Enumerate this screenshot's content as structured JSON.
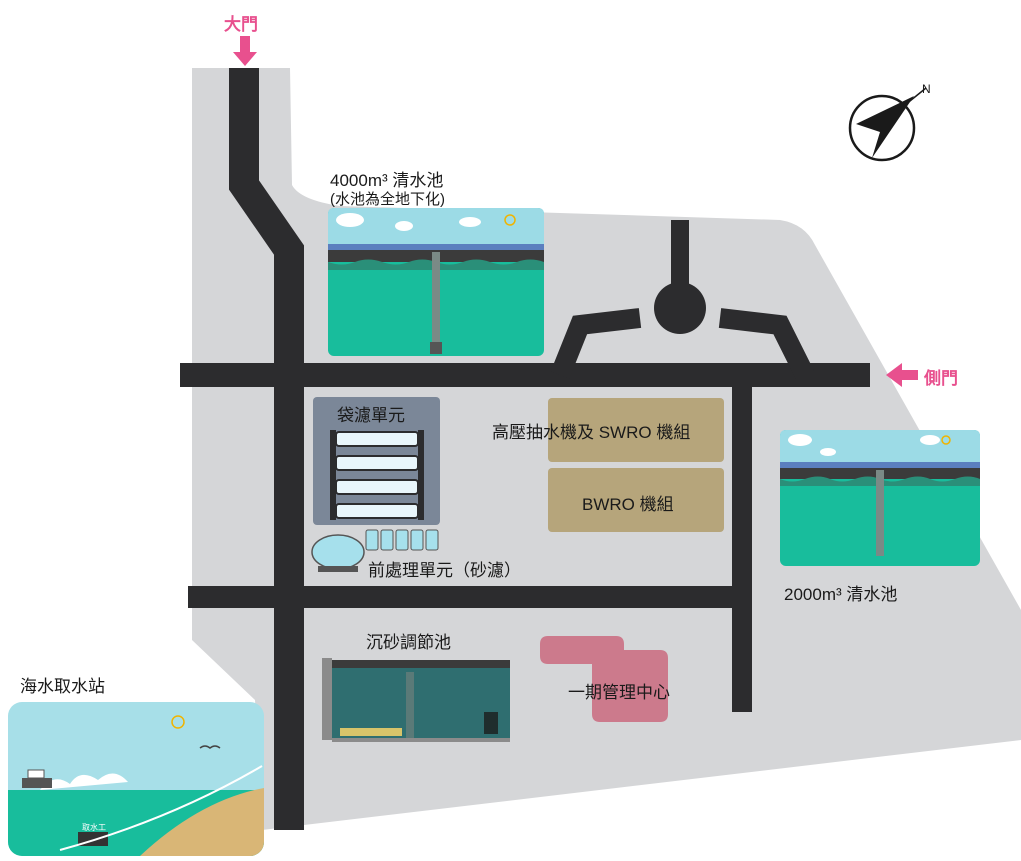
{
  "labels": {
    "main_gate": "大門",
    "side_gate": "側門",
    "tank_4000_title": "4000m³ 清水池",
    "tank_4000_note": "(水池為全地下化)",
    "tank_2000_title": "2000m³ 清水池",
    "bag_filter": "袋濾單元",
    "pretreatment": "前處理單元（砂濾）",
    "hp_pump_swro": "高壓抽水機及 SWRO 機組",
    "bwro": "BWRO 機組",
    "sedimentation": "沉砂調節池",
    "admin_center": "一期管理中心",
    "intake_station": "海水取水站",
    "intake_works": "取水工",
    "compass_n": "N"
  },
  "colors": {
    "site": "#d5d6d8",
    "road": "#2c2c2e",
    "water": "#18bd9c",
    "sky": "#9cdbe6",
    "building": "#b6a57b",
    "admin": "#cc7a8c",
    "bag_filter_box": "#7b8798",
    "sediment_water": "#2f6e70",
    "accent": "#e8508e"
  }
}
